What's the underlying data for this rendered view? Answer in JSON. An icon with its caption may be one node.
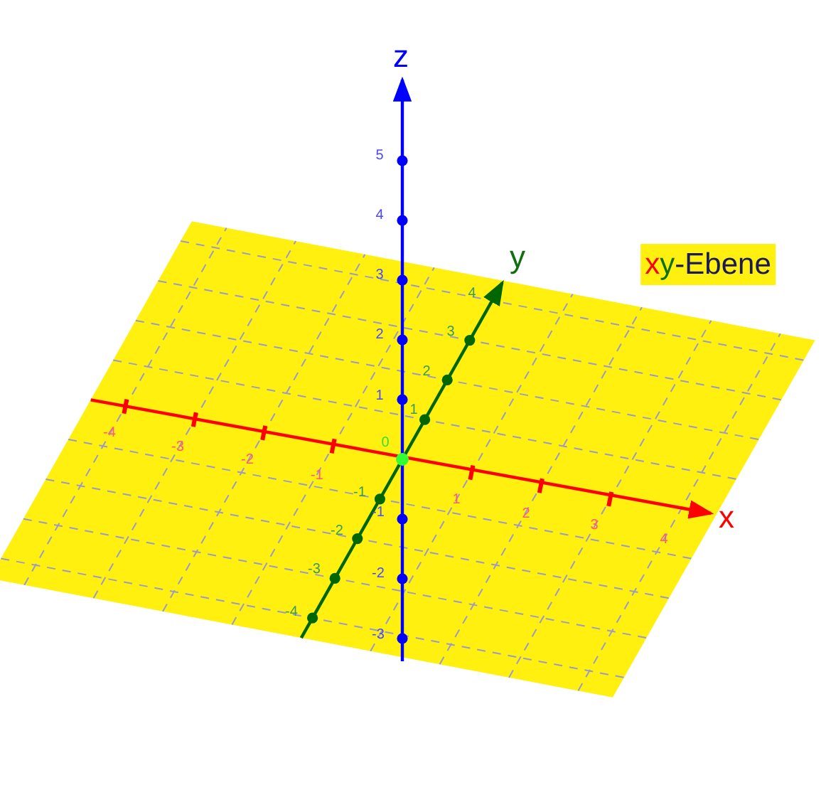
{
  "diagram": {
    "labels": [
      "z",
      "5",
      "4",
      "y",
      "xy-Ebene",
      "3",
      "4",
      "2",
      "3",
      "2",
      "1",
      "1",
      "-4",
      "-3",
      "0",
      "-2",
      "-1",
      "1",
      "-1",
      "-1",
      "2",
      "x",
      "-2",
      "3",
      "4",
      "-3",
      "-2",
      "-4",
      "-3"
    ]
  }
}
